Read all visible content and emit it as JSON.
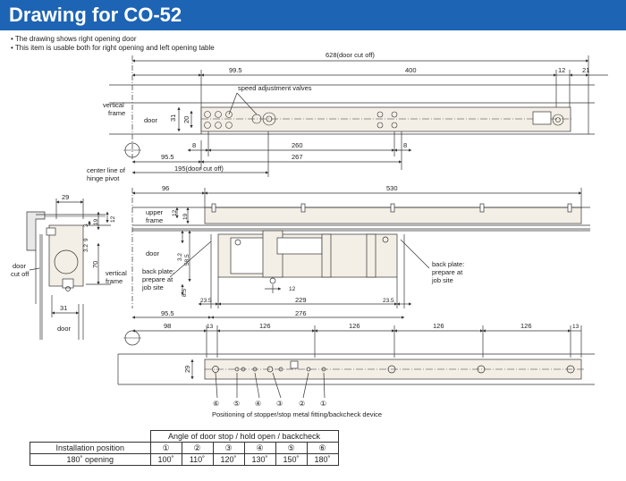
{
  "title": "Drawing for CO-52",
  "notes": [
    "The drawing shows right opening door",
    "This item is usable both for right opening and left opening table"
  ],
  "top_view": {
    "dim_overall": "628(door cut off)",
    "dim_a": "99.5",
    "dim_b": "400",
    "dim_c": "12",
    "dim_d": "21",
    "label_vertical_frame": "vertical\nframe",
    "label_vertical_frame_1": "vertical",
    "label_vertical_frame_2": "frame",
    "label_door": "door",
    "label_valves": "speed adjustment valves",
    "dim_31": "31",
    "dim_20": "20",
    "dim_8_left": "8",
    "dim_260": "260",
    "dim_8_right": "8",
    "dim_95_5": "95.5",
    "dim_267": "267",
    "dim_195": "195(door cut off)",
    "label_center_line_1": "center line of",
    "label_center_line_2": "hinge pivot"
  },
  "side_view": {
    "dim_29": "29",
    "dim_3": "3",
    "dim_19": "19",
    "dim_12": "12",
    "dim_9": "9",
    "dim_3_2": "3.2",
    "dim_70": "70",
    "dim_31": "31",
    "label_door_cut_off_1": "door",
    "label_door_cut_off_2": "cut off",
    "label_vertical_frame_1": "vertical",
    "label_vertical_frame_2": "frame",
    "label_door": "door"
  },
  "front_view": {
    "dim_96": "96",
    "dim_530": "530",
    "label_upper_frame_1": "upper",
    "label_upper_frame_2": "frame",
    "dim_12": "12",
    "dim_19": "19",
    "label_door": "door",
    "dim_3_2": "3.2",
    "dim_58_5": "58.5",
    "label_back_plate_left_1": "back plate:",
    "label_back_plate_left_2": "prepare at",
    "label_back_plate_left_3": "job site",
    "dim_8_5": "8.5",
    "dim_12_small": "12",
    "dim_23_5_left": "23.5",
    "dim_229": "229",
    "dim_23_5_right": "23.5",
    "dim_95_5": "95.5",
    "dim_276": "276",
    "label_back_plate_right_1": "back plate:",
    "label_back_plate_right_2": "prepare at",
    "label_back_plate_right_3": "job site"
  },
  "bottom_view": {
    "dim_98": "98",
    "dim_13_left": "13",
    "dim_126_a": "126",
    "dim_126_b": "126",
    "dim_126_c": "126",
    "dim_126_d": "126",
    "dim_13_right": "13",
    "dim_29": "29",
    "positions": [
      "⑥",
      "⑤",
      "④",
      "③",
      "②",
      "①"
    ],
    "caption": "Positioning of stopper/stop metal fitting/backcheck device"
  },
  "angle_table": {
    "header": "Angle of door stop / hold open / backcheck",
    "row1_label": "Installation position",
    "row2_label": "180˚ opening",
    "positions": [
      "①",
      "②",
      "③",
      "④",
      "⑤",
      "⑥"
    ],
    "angles": [
      "100˚",
      "110˚",
      "120˚",
      "130˚",
      "150˚",
      "180˚"
    ]
  }
}
